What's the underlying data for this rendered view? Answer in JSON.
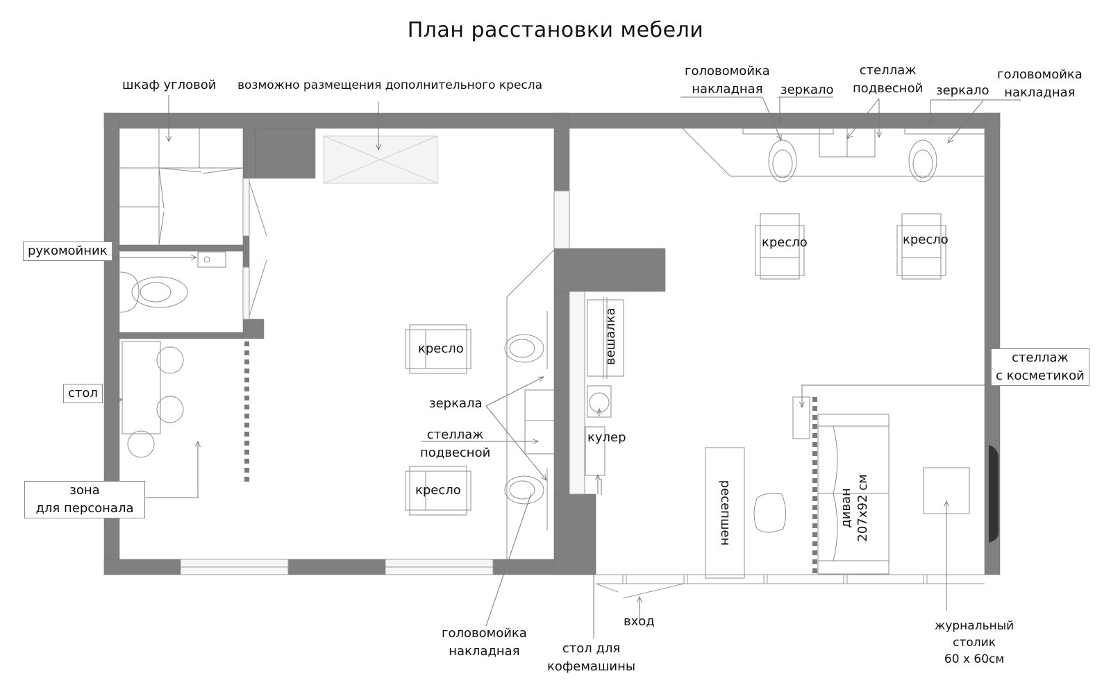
{
  "title": "План расстановки мебели",
  "colors": {
    "wall": "#808080",
    "line": "#8c8c8c",
    "window": "#f5f5f5",
    "tv": "#333333",
    "background": "#ffffff"
  },
  "labels": {
    "corner_wardrobe": "шкаф угловой",
    "extra_chair_zone": "возможно размещения дополнительного кресла",
    "hand_sink": "рукомойник",
    "table": "стол",
    "staff_zone_line1": "зона",
    "staff_zone_line2": "для персонала",
    "chair_left_top": "кресло",
    "chair_left_bottom": "кресло",
    "mirrors": "зеркала",
    "shelf_hanging_left_line1": "стеллаж",
    "shelf_hanging_left_line2": "подвесной",
    "hair_wash_bottom_line1": "головомойка",
    "hair_wash_bottom_line2": "накладная",
    "coffee_table_line1": "стол для",
    "coffee_table_line2": "кофемашины",
    "entrance": "вход",
    "coat_rack": "вешалка",
    "cooler": "кулер",
    "hair_wash_top_left_line1": "головомойка",
    "hair_wash_top_left_line2": "накладная",
    "mirror_top_left": "зеркало",
    "shelf_hanging_top_line1": "стеллаж",
    "shelf_hanging_top_line2": "подвесной",
    "mirror_top_right": "зеркало",
    "hair_wash_top_right_line1": "головомойка",
    "hair_wash_top_right_line2": "накладная",
    "chair_right_1": "кресло",
    "chair_right_2": "кресло",
    "cosmetics_shelf_line1": "стеллаж",
    "cosmetics_shelf_line2": "с косметикой",
    "reception": "ресепшен",
    "sofa_line1": "диван",
    "sofa_line2": "207х92 см",
    "magazine_table_line1": "журнальный",
    "magazine_table_line2": "столик",
    "magazine_table_line3": "60 х 60см"
  }
}
